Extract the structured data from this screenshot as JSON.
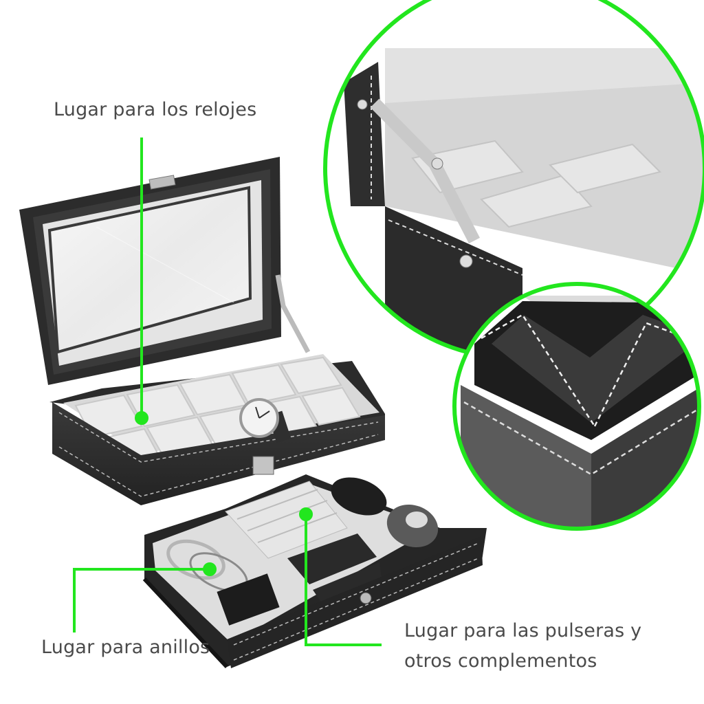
{
  "labels": {
    "watches": "Lugar para los relojes",
    "rings": "Lugar para anillos",
    "bracelets_line1": "Lugar para las pulseras y",
    "bracelets_line2": "otros complementos"
  },
  "colors": {
    "accent": "#22e61e",
    "leather": "#2b2b2b",
    "lining": "#dedede",
    "text": "#4a4a4a"
  }
}
